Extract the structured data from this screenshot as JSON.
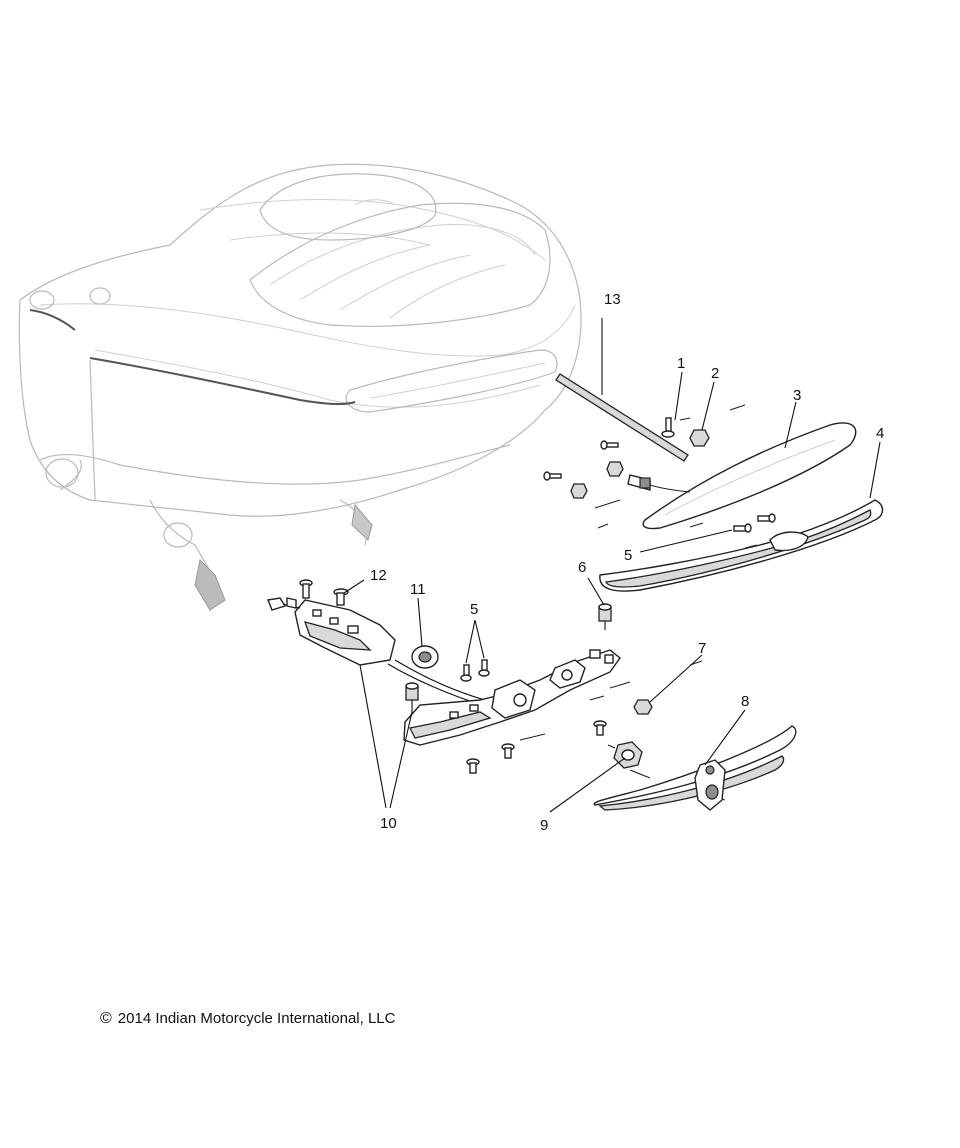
{
  "callouts": {
    "c1": "1",
    "c2": "2",
    "c3": "3",
    "c4": "4",
    "c5a": "5",
    "c5b": "5",
    "c6": "6",
    "c7": "7",
    "c8": "8",
    "c9": "9",
    "c10": "10",
    "c11": "11",
    "c12": "12",
    "c13": "13"
  },
  "copyright": {
    "symbol": "©",
    "text": "2014 Indian Motorcycle International, LLC"
  }
}
